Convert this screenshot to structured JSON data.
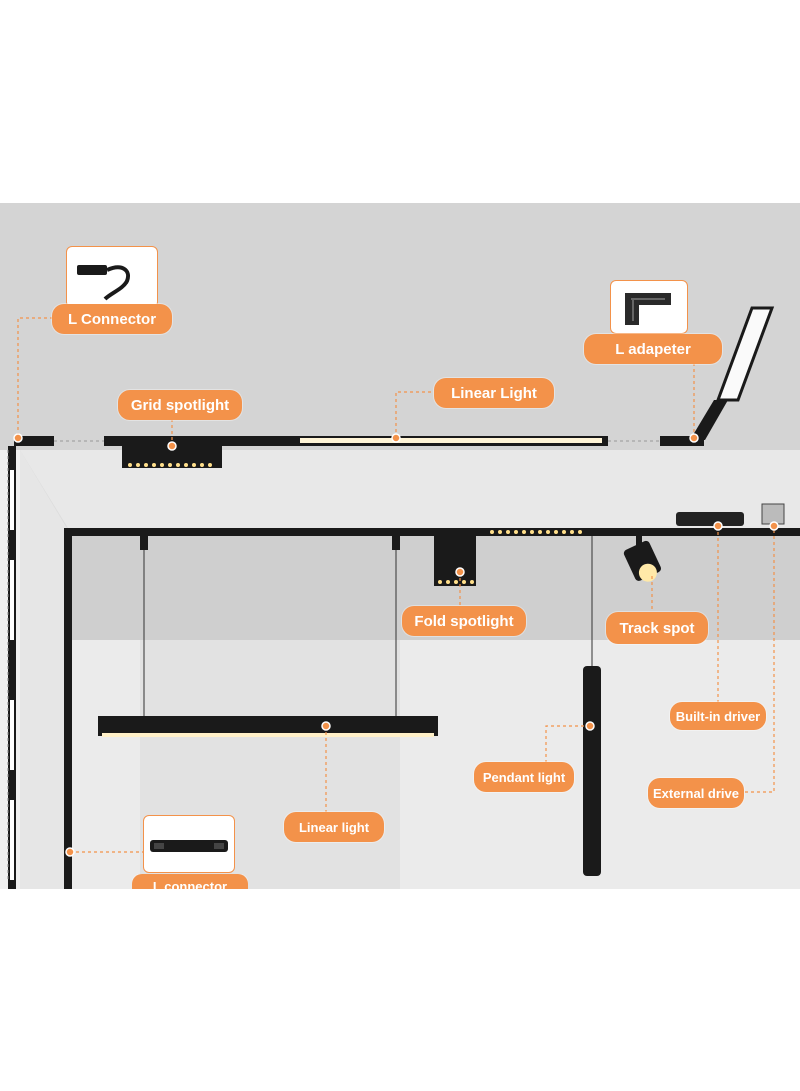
{
  "colors": {
    "accent": "#f3924a",
    "track": "#1a1a1a",
    "ceiling": "#d6d6d6",
    "light_glow": "#fff6dc",
    "wall": "#eeeeee"
  },
  "labels": {
    "l_connector_top": "L Connector",
    "l_adapeter": "L adapeter",
    "grid_spotlight": "Grid spotlight",
    "linear_light_top": "Linear Light",
    "fold_spotlight": "Fold spotlight",
    "track_spot": "Track spot",
    "built_in_driver": "Built-in driver",
    "pendant_light": "Pendant light",
    "external_drive": "External drive",
    "linear_light_pendant": "Linear light",
    "l_connector_bottom": "L connector"
  },
  "icons": {
    "l_connector_top_thumb": "l-connector-cable-icon",
    "l_adapeter_thumb": "l-adapter-corner-icon",
    "l_connector_bottom_thumb": "straight-connector-icon"
  }
}
